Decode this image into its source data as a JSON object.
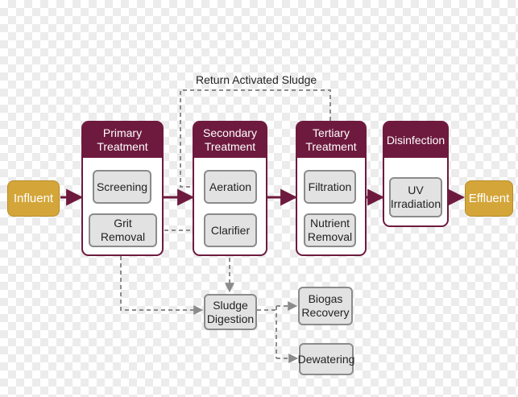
{
  "colors": {
    "stage": "#6e1a3e",
    "terminal": "#d4a63a",
    "process": "#e2e2e2",
    "arrow": "#6e1a3e",
    "dashed": "#8b8b8b"
  },
  "labels": {
    "return_sludge": "Return Activated Sludge"
  },
  "nodes": {
    "influent": "Influent",
    "effluent": "Effluent",
    "primary": "Primary Treatment",
    "secondary": "Secondary Treatment",
    "tertiary": "Tertiary Treatment",
    "disinfection": "Disinfection",
    "screening": "Screening",
    "grit_removal": "Grit Removal",
    "aeration": "Aeration",
    "clarifier": "Clarifier",
    "filtration": "Filtration",
    "nutrient_removal": "Nutrient Removal",
    "uv_irradiation": "UV Irradiation",
    "sludge_digestion": "Sludge Digestion",
    "biogas_recovery": "Biogas Recovery",
    "dewatering": "Dewatering"
  }
}
